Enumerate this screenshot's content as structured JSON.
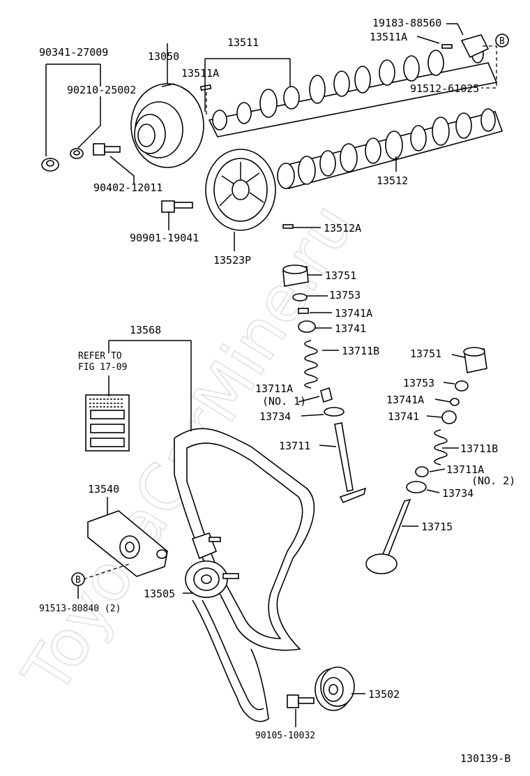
{
  "watermark": "ToyotaCarMine.ru",
  "diagram_id": "130139-B",
  "note": {
    "line1": "REFER TO",
    "line2": "FIG 17-09"
  },
  "labels": {
    "p19183": "19183-88560",
    "p13511a_top": "13511A",
    "p13511": "13511",
    "pB_top": "B",
    "p91512": "91512-61025",
    "p90341": "90341-27009",
    "p13050": "13050",
    "p13511a_mid": "13511A",
    "p90210": "90210-25002",
    "p90402": "90402-12011",
    "p13512": "13512",
    "p90901": "90901-19041",
    "p13512a": "13512A",
    "p13523p": "13523P",
    "p13751a": "13751",
    "p13753a": "13753",
    "p13741a_a": "13741A",
    "p13741_a": "13741",
    "p13568": "13568",
    "p13711b_a": "13711B",
    "p13751b": "13751",
    "p13711a_no1": "13711A",
    "no1": "(NO. 1)",
    "p13753b": "13753",
    "p13741a_b": "13741A",
    "p13734a": "13734",
    "p13741_b": "13741",
    "p13711": "13711",
    "p13711b_b": "13711B",
    "p13711a_no2": "13711A",
    "no2": "(NO. 2)",
    "p13540": "13540",
    "p13734b": "13734",
    "p13715": "13715",
    "pB_bot": "B",
    "p13505": "13505",
    "p91513": "91513-80840 (2)",
    "p13502": "13502",
    "p90105": "90105-10032"
  }
}
